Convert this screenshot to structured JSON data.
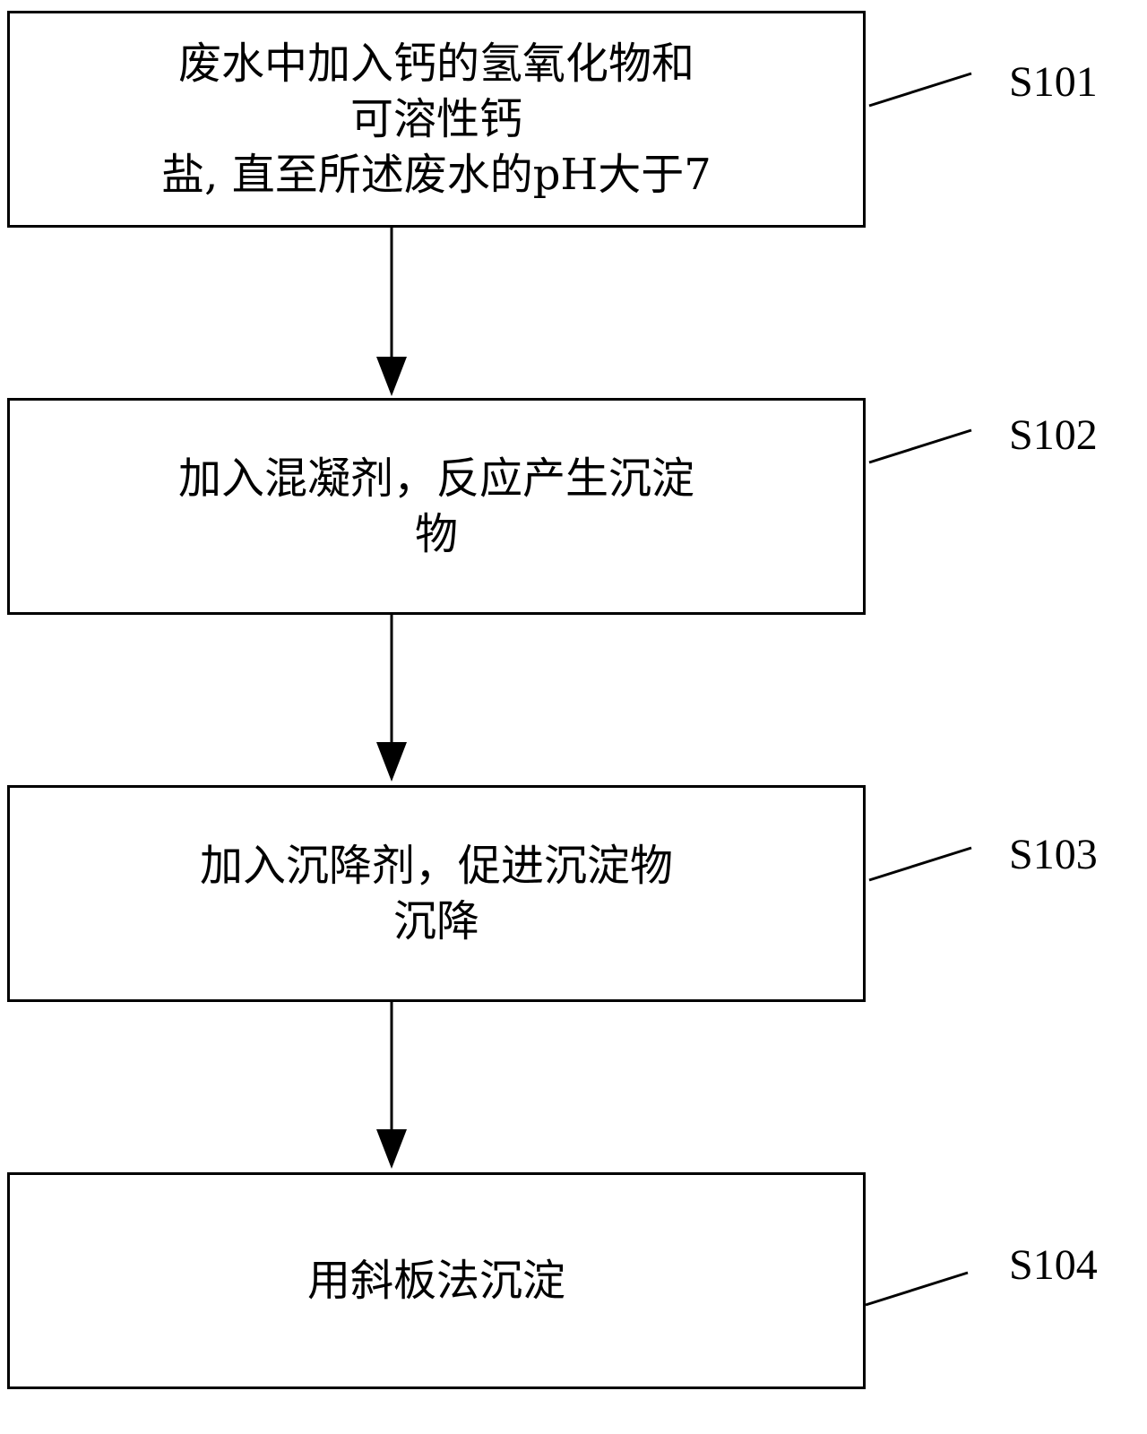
{
  "steps": [
    {
      "id": "S101",
      "lines": [
        "废水中加入钙的氢氧化物和",
        "可溶性钙",
        "盐, 直至所述废水的pH大于7"
      ]
    },
    {
      "id": "S102",
      "lines": [
        "加入混凝剂，反应产生沉淀",
        "物"
      ]
    },
    {
      "id": "S103",
      "lines": [
        "加入沉降剂，促进沉淀物",
        "沉降"
      ]
    },
    {
      "id": "S104",
      "lines": [
        "用斜板法沉淀"
      ]
    }
  ]
}
